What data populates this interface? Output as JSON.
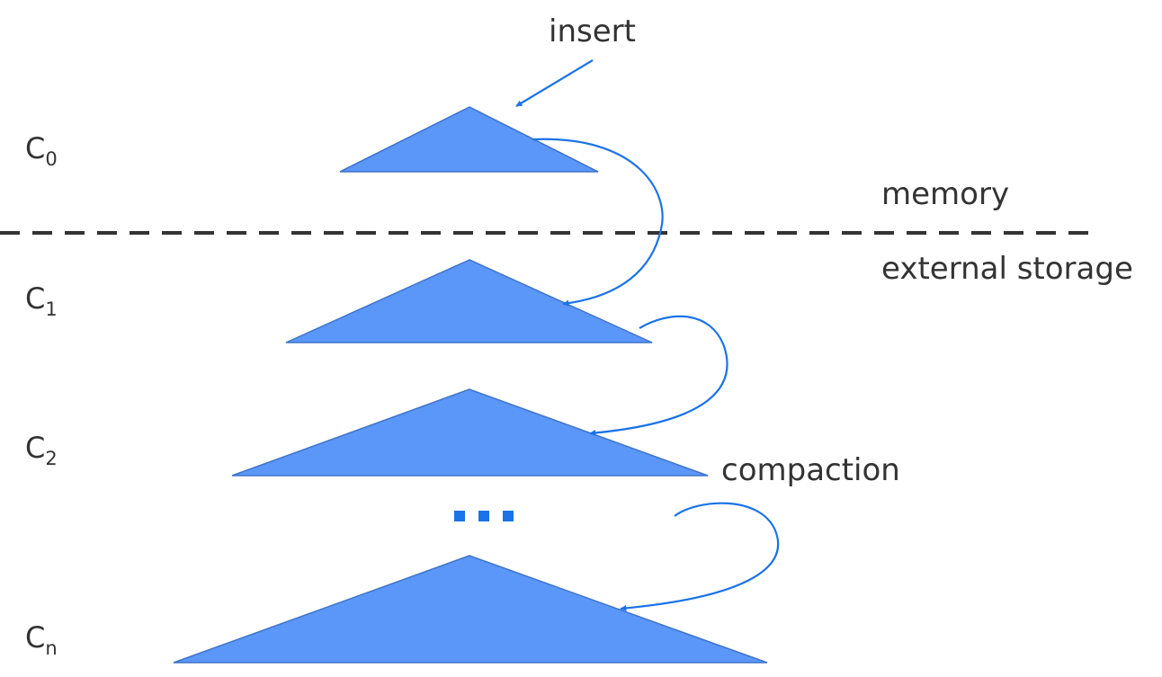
{
  "labels": {
    "insert": "insert",
    "memory": "memory",
    "external_storage": "external storage",
    "compaction": "compaction"
  },
  "levels": [
    {
      "letter": "C",
      "sub": "0"
    },
    {
      "letter": "C",
      "sub": "1"
    },
    {
      "letter": "C",
      "sub": "2"
    },
    {
      "letter": "C",
      "sub": "n"
    }
  ],
  "colors": {
    "triangle_fill": "#5b97f9",
    "triangle_stroke": "#3f74c8",
    "arrow": "#1a73e8",
    "divider": "#333333",
    "text": "#333333"
  }
}
